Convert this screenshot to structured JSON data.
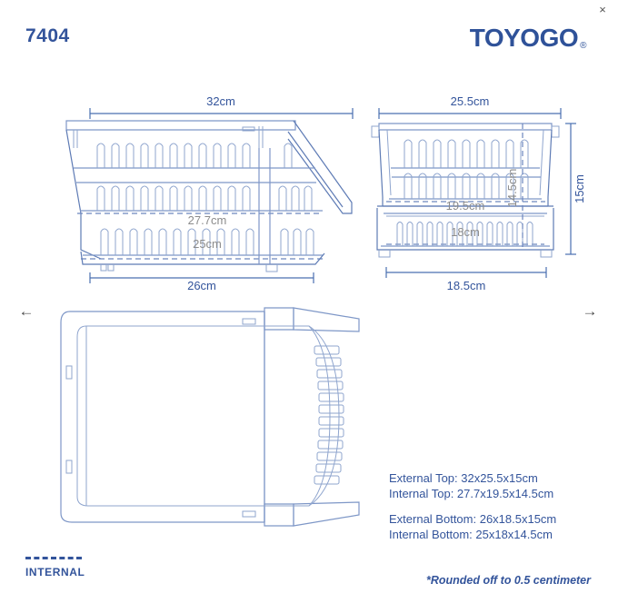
{
  "header": {
    "product_code": "7404",
    "brand": "TOYOGO",
    "brand_mark": "®",
    "close_icon": "×"
  },
  "nav": {
    "prev_icon": "←",
    "next_icon": "→"
  },
  "views": {
    "front": {
      "name": "front-elevation",
      "dim_top": "32cm",
      "dim_bottom": "26cm",
      "dim_internal_top": "27.7cm",
      "dim_internal_bottom": "25cm"
    },
    "side": {
      "name": "side-elevation",
      "dim_top": "25.5cm",
      "dim_bottom": "18.5cm",
      "dim_internal_top": "19.5cm",
      "dim_internal_bottom": "18cm",
      "dim_height_internal": "14.5cm",
      "dim_height_external": "15cm"
    },
    "top": {
      "name": "top-plan"
    }
  },
  "specs": {
    "external_top": "External Top: 32x25.5x15cm",
    "internal_top": "Internal Top: 27.7x19.5x14.5cm",
    "external_bottom": "External Bottom: 26x18.5x15cm",
    "internal_bottom": "Internal Bottom: 25x18x14.5cm",
    "footnote": "*Rounded off to 0.5 centimeter"
  },
  "legend": {
    "internal_label": "INTERNAL"
  },
  "colors": {
    "brand_blue": "#2F5299",
    "line_blue": "#7E97C7",
    "dim_blue": "#33549B",
    "internal_grey": "#8C8C8C"
  }
}
